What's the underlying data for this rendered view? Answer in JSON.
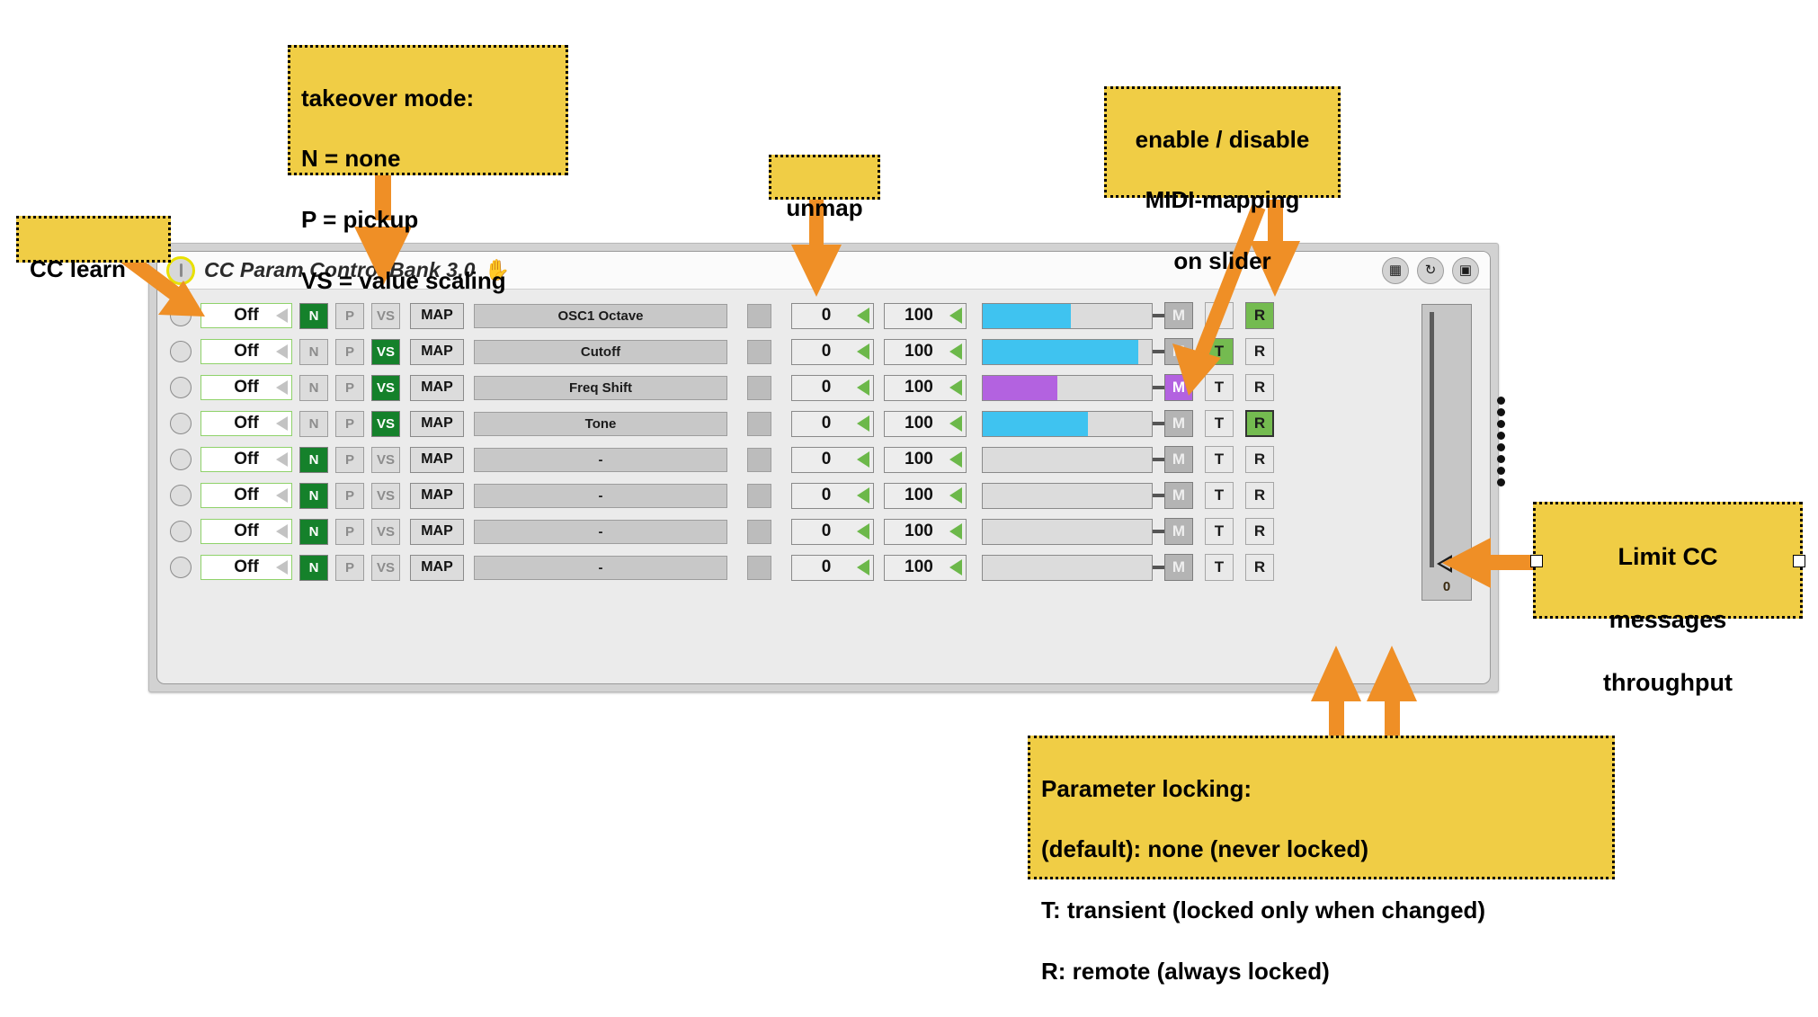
{
  "annotations": {
    "cc_learn": {
      "lines": [
        "CC learn"
      ]
    },
    "takeover": {
      "lines": [
        "takeover mode:",
        "N = none",
        "P = pickup",
        "VS = value scaling"
      ]
    },
    "unmap": {
      "lines": [
        "unmap"
      ]
    },
    "midi_toggle": {
      "lines": [
        "enable / disable",
        "MIDI-mapping",
        "on slider"
      ]
    },
    "limit_cc": {
      "lines": [
        "Limit CC",
        "messages",
        "throughput"
      ]
    },
    "param_lock": {
      "lines": [
        "Parameter locking:",
        "(default): none (never locked)",
        "T: transient (locked only when changed)",
        "R: remote (always locked)"
      ]
    },
    "style": {
      "bg": "#f0cd45",
      "border": "#000000",
      "arrow": "#ef8f26"
    }
  },
  "plugin": {
    "title": "CC Param Control Bank 3.0",
    "hand_icon": "hand-icon",
    "led_icon": "power-led-icon",
    "titlebar_icons": [
      {
        "name": "preset-icon",
        "glyph": "⌸"
      },
      {
        "name": "refresh-icon",
        "glyph": "↻"
      },
      {
        "name": "save-icon",
        "glyph": "▣"
      }
    ],
    "labels": {
      "takeover_n": "N",
      "takeover_p": "P",
      "takeover_vs": "VS",
      "map": "MAP",
      "midi_toggle": "M",
      "lock_transient": "T",
      "lock_remote": "R",
      "cc_off": "Off"
    },
    "colors": {
      "active_green": "#15812b",
      "lock_green": "#74bb50",
      "slider_blue": "#3fc3f0",
      "slider_purple": "#b362e0",
      "midi_purple": "#b362e0",
      "arrow_green": "#6cb84a",
      "panel_bg": "#ebebeb",
      "window_bg": "#d2d2d2"
    },
    "rows": [
      {
        "cc": "Off",
        "takeover": "N",
        "map": "MAP",
        "param": "OSC1 Octave",
        "min": "0",
        "max": "100",
        "fill_pct": 52,
        "fill_color": "#3fc3f0",
        "midi_on": false,
        "midi_color": "grey",
        "lock": "R",
        "lock_selected": true
      },
      {
        "cc": "Off",
        "takeover": "VS",
        "map": "MAP",
        "param": "Cutoff",
        "min": "0",
        "max": "100",
        "fill_pct": 92,
        "fill_color": "#3fc3f0",
        "midi_on": false,
        "midi_color": "grey",
        "lock": "T",
        "lock_selected": false
      },
      {
        "cc": "Off",
        "takeover": "VS",
        "map": "MAP",
        "param": "Freq Shift",
        "min": "0",
        "max": "100",
        "fill_pct": 44,
        "fill_color": "#b362e0",
        "midi_on": true,
        "midi_color": "purple",
        "lock": "",
        "lock_selected": false
      },
      {
        "cc": "Off",
        "takeover": "VS",
        "map": "MAP",
        "param": "Tone",
        "min": "0",
        "max": "100",
        "fill_pct": 62,
        "fill_color": "#3fc3f0",
        "midi_on": false,
        "midi_color": "grey",
        "lock": "R",
        "lock_selected": true
      },
      {
        "cc": "Off",
        "takeover": "N",
        "map": "MAP",
        "param": "-",
        "min": "0",
        "max": "100",
        "fill_pct": 0,
        "fill_color": "#3fc3f0",
        "midi_on": false,
        "midi_color": "grey",
        "lock": "",
        "lock_selected": false
      },
      {
        "cc": "Off",
        "takeover": "N",
        "map": "MAP",
        "param": "-",
        "min": "0",
        "max": "100",
        "fill_pct": 0,
        "fill_color": "#3fc3f0",
        "midi_on": false,
        "midi_color": "grey",
        "lock": "",
        "lock_selected": false
      },
      {
        "cc": "Off",
        "takeover": "N",
        "map": "MAP",
        "param": "-",
        "min": "0",
        "max": "100",
        "fill_pct": 0,
        "fill_color": "#3fc3f0",
        "midi_on": false,
        "midi_color": "grey",
        "lock": "",
        "lock_selected": false
      },
      {
        "cc": "Off",
        "takeover": "N",
        "map": "MAP",
        "param": "-",
        "min": "0",
        "max": "100",
        "fill_pct": 0,
        "fill_color": "#3fc3f0",
        "midi_on": false,
        "midi_color": "grey",
        "lock": "",
        "lock_selected": false
      }
    ],
    "throughput_slider": {
      "value": "0",
      "name": "cc-throughput-slider"
    }
  }
}
